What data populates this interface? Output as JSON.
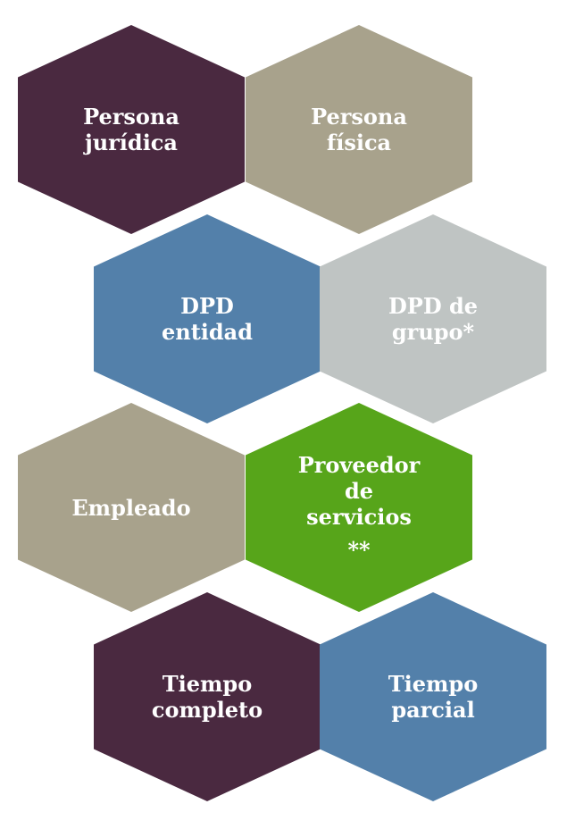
{
  "diagram": {
    "colors": {
      "plum": "#4a2940",
      "taupe": "#a8a28c",
      "steel_blue": "#5380aa",
      "silver": "#bfc4c3",
      "green": "#57a51a"
    },
    "hexagons": [
      {
        "label": "Persona\njurídica",
        "color": "#4a2940"
      },
      {
        "label": "Persona\nfísica",
        "color": "#a8a28c"
      },
      {
        "label": "DPD\nentidad",
        "color": "#5380aa"
      },
      {
        "label": "DPD de\ngrupo*",
        "color": "#bfc4c3"
      },
      {
        "label": "Empleado",
        "color": "#a8a28c"
      },
      {
        "label": "Proveedor\nde\nservicios",
        "sublabel": "**",
        "color": "#57a51a"
      },
      {
        "label": "Tiempo\ncompleto",
        "color": "#4a2940"
      },
      {
        "label": "Tiempo\nparcial",
        "color": "#5380aa"
      }
    ]
  }
}
